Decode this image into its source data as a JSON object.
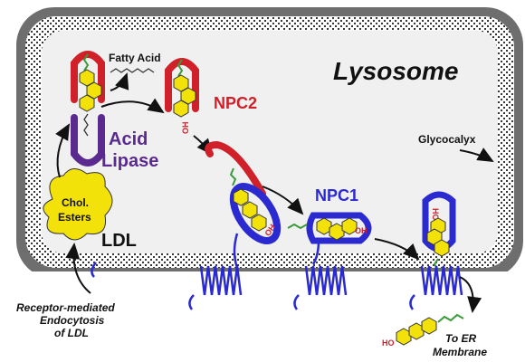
{
  "labels": {
    "lysosome": "Lysosome",
    "fatty_acid": "Fatty Acid",
    "npc2": "NPC2",
    "acid": "Acid",
    "lipase": "Lipase",
    "glycocalyx": "Glycocalyx",
    "npc1": "NPC1",
    "chol": "Chol.",
    "esters": "Esters",
    "ldl": "LDL",
    "receptor_1": "Receptor-mediated",
    "receptor_2": "Endocytosis",
    "receptor_3": "of LDL",
    "to_er_1": "To ER",
    "to_er_2": "Membrane",
    "ho": "HO",
    "oh": "OH"
  },
  "colors": {
    "npc2": "#d0202a",
    "npc1": "#2a2ad0",
    "lipase": "#5b2a8f",
    "cholesterol": "#f2e20a",
    "tail": "#3a9a3a",
    "membrane": "#6e6e6e",
    "lumen": "#f0f0f0"
  }
}
